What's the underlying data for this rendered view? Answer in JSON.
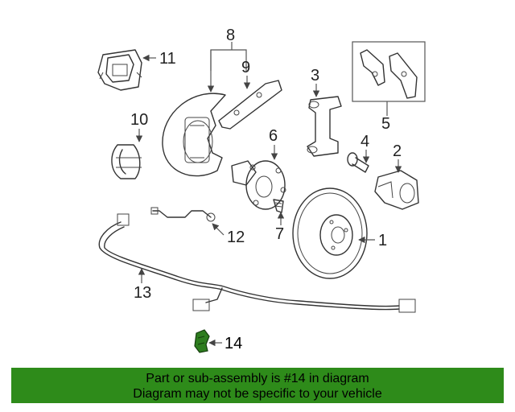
{
  "diagram": {
    "callouts": {
      "p1": "1",
      "p2": "2",
      "p3": "3",
      "p4": "4",
      "p5": "5",
      "p6": "6",
      "p7": "7",
      "p8": "8",
      "p9": "9",
      "p10": "10",
      "p11": "11",
      "p12": "12",
      "p13": "13",
      "p14": "14"
    },
    "highlighted_part": "14",
    "highlight_color": "#2e7d1f"
  },
  "banner": {
    "line1": "Part or sub-assembly is #14 in diagram",
    "line2": "Diagram may not be specific to your vehicle",
    "background": "#2e8b1a"
  }
}
